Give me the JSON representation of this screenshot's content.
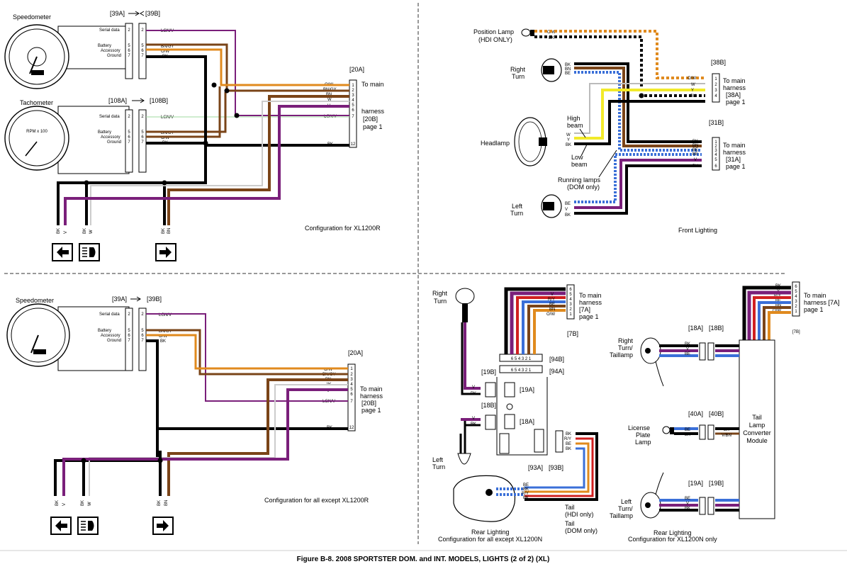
{
  "figure_caption": "Figure B-8. 2008 SPORTSTER DOM. and INT. MODELS, LIGHTS (2 of 2) (XL)",
  "colors": {
    "BK": "#000000",
    "V": "#7a1f7a",
    "BN": "#7a4418",
    "O": "#e08a1e",
    "W": "#ffffff",
    "GY": "#9a9a9a",
    "BE": "#3a6fd8",
    "Y": "#f2ea2a",
    "LGN": "#9fd89f",
    "R": "#d02020"
  },
  "q1": {
    "speedometer_label": "Speedometer",
    "tachometer_label": "Tachometer",
    "rpm_label": "RPM x 100",
    "conn_39a": "[39A]",
    "conn_39b": "[39B]",
    "conn_108a": "[108A]",
    "conn_108b": "[108B]",
    "conn_20a": "[20A]",
    "gauge_pins": [
      "Serial data",
      "Battery",
      "Accessory",
      "Ground"
    ],
    "pin_nums_a": [
      "2",
      "5",
      "6",
      "7"
    ],
    "wire_labels_speedo": [
      "LGN/V",
      "BN/GY",
      "O/W",
      "BK"
    ],
    "wire_labels_tach": [
      "LGN/V",
      "BN/GY",
      "O/W",
      "BK"
    ],
    "harness_pins": [
      "1",
      "2",
      "3",
      "4",
      "5",
      "6",
      "7",
      "12"
    ],
    "harness_wires": [
      "O/W",
      "BN/GY",
      "BN",
      "W",
      "V",
      "LGN/V",
      "BK"
    ],
    "harness_to": [
      "To main",
      "harness",
      "[20B]",
      "page 1"
    ],
    "bottom_wires": [
      "BK",
      "V",
      "BK",
      "W",
      "BK",
      "BN"
    ],
    "config_label": "Configuration for XL1200R"
  },
  "q2": {
    "position_lamp": [
      "Position Lamp",
      "(HDI ONLY)"
    ],
    "right_turn": [
      "Right",
      "Turn"
    ],
    "left_turn": [
      "Left",
      "Turn"
    ],
    "headlamp": "Headlamp",
    "high_beam": [
      "High",
      "beam"
    ],
    "low_beam": [
      "Low",
      "beam"
    ],
    "running_lamps": [
      "Running lamps",
      "(DOM only)"
    ],
    "conn_38b": "[38B]",
    "conn_31b": "[31B]",
    "to_38a": [
      "To main",
      "harness",
      "[38A]",
      "page 1"
    ],
    "to_31a": [
      "To main",
      "harness",
      "[31A]",
      "page 1"
    ],
    "wires_38": [
      "O/W",
      "BK",
      "W",
      "Y"
    ],
    "wires_31": [
      "BK",
      "BN",
      "BE",
      "BE",
      "V",
      "BK"
    ],
    "position_wires": [
      "O/W",
      "BK"
    ],
    "rt_wires": [
      "BK",
      "BN",
      "BE"
    ],
    "lt_wires": [
      "BE",
      "V",
      "BK"
    ],
    "hl_wires": [
      "W",
      "Y",
      "BK"
    ],
    "config_label": "Front Lighting"
  },
  "q3": {
    "speedometer_label": "Speedometer",
    "conn_39a": "[39A]",
    "conn_39b": "[39B]",
    "conn_20a": "[20A]",
    "gauge_pins": [
      "Serial data",
      "Battery",
      "Accessory",
      "Ground"
    ],
    "pin_nums_a": [
      "2",
      "5",
      "6",
      "7"
    ],
    "wire_labels_speedo": [
      "LGN/V",
      "BN/GY",
      "O/W",
      "BK"
    ],
    "harness_pins": [
      "1",
      "2",
      "3",
      "4",
      "5",
      "6",
      "7",
      "12"
    ],
    "harness_wires": [
      "O/W",
      "BN/GY",
      "BN",
      "W",
      "V",
      "LGN/V",
      "BK"
    ],
    "harness_to": [
      "To main",
      "harness",
      "[20B]",
      "page 1"
    ],
    "bottom_wires": [
      "BK",
      "V",
      "BK",
      "W",
      "BK",
      "BN"
    ],
    "config_label": "Configuration for all except XL1200R"
  },
  "q4": {
    "right_turn": [
      "Right",
      "Turn"
    ],
    "left_turn": [
      "Left",
      "Turn"
    ],
    "conn_7b": "[7B]",
    "to_7a": [
      "To main",
      "harness",
      "[7A]",
      "page 1"
    ],
    "wires_7": [
      "BK",
      "V",
      "R/Y",
      "BE",
      "BN",
      "O/W"
    ],
    "pins_7": [
      "6",
      "5",
      "4",
      "3",
      "2",
      "1"
    ],
    "conn_94b": "[94B]",
    "conn_94a": "[94A]",
    "conn_19b": "[19B]",
    "conn_19a": "[19A]",
    "conn_18b": "[18B]",
    "conn_18a": "[18A]",
    "conn_93a": "[93A]",
    "conn_93b": "[93B]",
    "pins_94": [
      "6",
      "5",
      "4",
      "3",
      "2",
      "1"
    ],
    "wires_94": [
      "BK",
      "V",
      "R/Y",
      "BE",
      "BN",
      "O/W"
    ],
    "wires_19": [
      "V",
      "BK"
    ],
    "wires_18": [
      "V",
      "BK"
    ],
    "wires_93": [
      "BK",
      "R/Y",
      "BE",
      "BK"
    ],
    "tail_wires": [
      "BE",
      "BK",
      "R/Y",
      "BK"
    ],
    "tail_hdi": [
      "Tail",
      "(HDI only)"
    ],
    "tail_dom": [
      "Tail",
      "(DOM only)"
    ],
    "rear_label": "Rear Lighting",
    "rear_config": "Configuration for all except XL1200N",
    "n_right": [
      "Right",
      "Turn/",
      "Taillamp"
    ],
    "n_left": [
      "Left",
      "Turn/",
      "Taillamp"
    ],
    "n_plate": [
      "License",
      "Plate",
      "Lamp"
    ],
    "n_to_7a": [
      "To main",
      "harness [7A]",
      "page 1"
    ],
    "n_conn_7b": "[7B]",
    "n_conn_18a": "[18A]",
    "n_conn_18b": "[18B]",
    "n_conn_40a": "[40A]",
    "n_conn_40b": "[40B]",
    "n_conn_19a": "[19A]",
    "n_conn_19b": "[19B]",
    "n_r_wires": [
      "BK",
      "V",
      "BE"
    ],
    "n_plate_wires": [
      "BE",
      "BK"
    ],
    "n_plate_out": [
      "BK",
      "V/BN"
    ],
    "n_l_wires": [
      "BE",
      "V",
      "BK"
    ],
    "converter": [
      "Tail",
      "Lamp",
      "Converter",
      "Module"
    ],
    "n_rear_label": "Rear Lighting",
    "n_config": "Configuration for XL1200N only"
  }
}
